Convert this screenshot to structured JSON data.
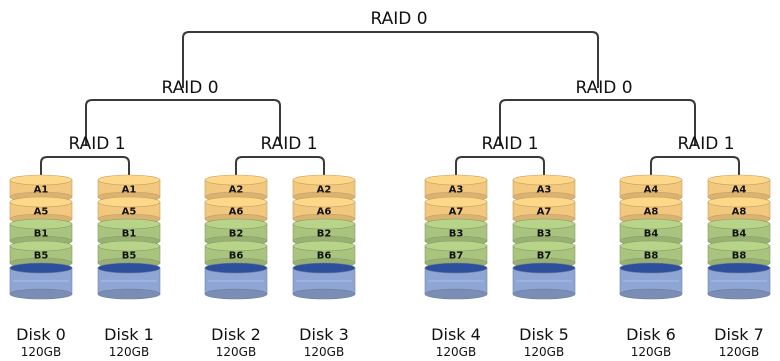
{
  "root": {
    "label": "RAID 0"
  },
  "groups": [
    {
      "label": "RAID 0"
    },
    {
      "label": "RAID 0"
    }
  ],
  "mirrors": [
    {
      "label": "RAID 1"
    },
    {
      "label": "RAID 1"
    },
    {
      "label": "RAID 1"
    },
    {
      "label": "RAID 1"
    }
  ],
  "disks": [
    {
      "name": "Disk 0",
      "size": "120GB",
      "blocks": [
        "A1",
        "A5",
        "B1",
        "B5"
      ]
    },
    {
      "name": "Disk 1",
      "size": "120GB",
      "blocks": [
        "A1",
        "A5",
        "B1",
        "B5"
      ]
    },
    {
      "name": "Disk 2",
      "size": "120GB",
      "blocks": [
        "A2",
        "A6",
        "B2",
        "B6"
      ]
    },
    {
      "name": "Disk 3",
      "size": "120GB",
      "blocks": [
        "A2",
        "A6",
        "B2",
        "B6"
      ]
    },
    {
      "name": "Disk 4",
      "size": "120GB",
      "blocks": [
        "A3",
        "A7",
        "B3",
        "B7"
      ]
    },
    {
      "name": "Disk 5",
      "size": "120GB",
      "blocks": [
        "A3",
        "A7",
        "B3",
        "B7"
      ]
    },
    {
      "name": "Disk 6",
      "size": "120GB",
      "blocks": [
        "A4",
        "A8",
        "B4",
        "B8"
      ]
    },
    {
      "name": "Disk 7",
      "size": "120GB",
      "blocks": [
        "A4",
        "A8",
        "B4",
        "B8"
      ]
    }
  ],
  "colors": {
    "segment_a": "#f2c77e",
    "segment_b": "#a9c47f",
    "free_space": "#8fa6d4",
    "wire": "#3a3a3a"
  }
}
